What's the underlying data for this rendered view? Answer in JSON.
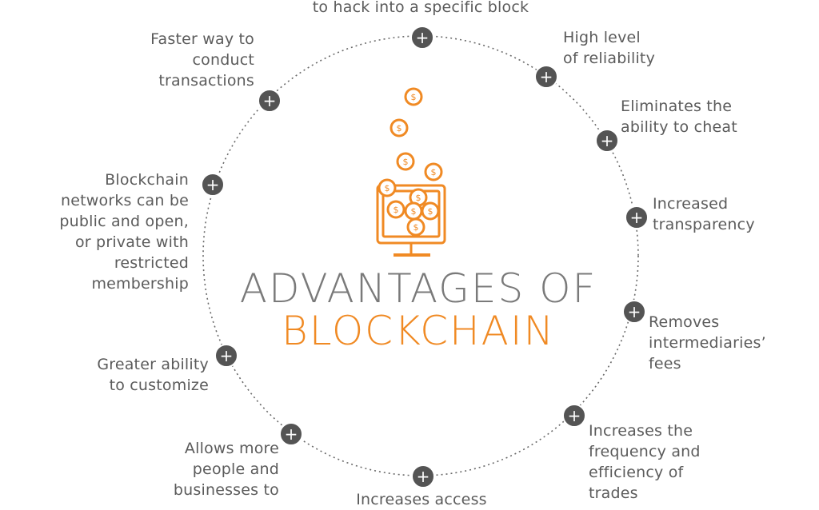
{
  "title": {
    "line1": "ADVANTAGES OF",
    "line2": "BLOCKCHAIN"
  },
  "colors": {
    "accent": "#f08a24",
    "node": "#545454",
    "text": "#5b5b5b",
    "title_gray": "#7a7a7a"
  },
  "node_symbol": "+",
  "coin_symbol": "$",
  "advantages": [
    {
      "id": "top",
      "text": "to hack into a specific block"
    },
    {
      "id": "reliability",
      "text": "High level\nof reliability"
    },
    {
      "id": "cheat",
      "text": "Eliminates the\nability to cheat"
    },
    {
      "id": "transparency",
      "text": "Increased\ntransparency"
    },
    {
      "id": "fees",
      "text": "Removes\nintermediaries’\nfees"
    },
    {
      "id": "trades",
      "text": "Increases the\nfrequency and\nefficiency of\ntrades"
    },
    {
      "id": "access",
      "text": "Increases access"
    },
    {
      "id": "people",
      "text": "Allows more\npeople and\nbusinesses to"
    },
    {
      "id": "customize",
      "text": "Greater ability\nto customize"
    },
    {
      "id": "networks",
      "text": "Blockchain\nnetworks can be\npublic and open,\nor private with\nrestricted\nmembership"
    },
    {
      "id": "faster",
      "text": "Faster way to\nconduct\ntransactions"
    }
  ]
}
